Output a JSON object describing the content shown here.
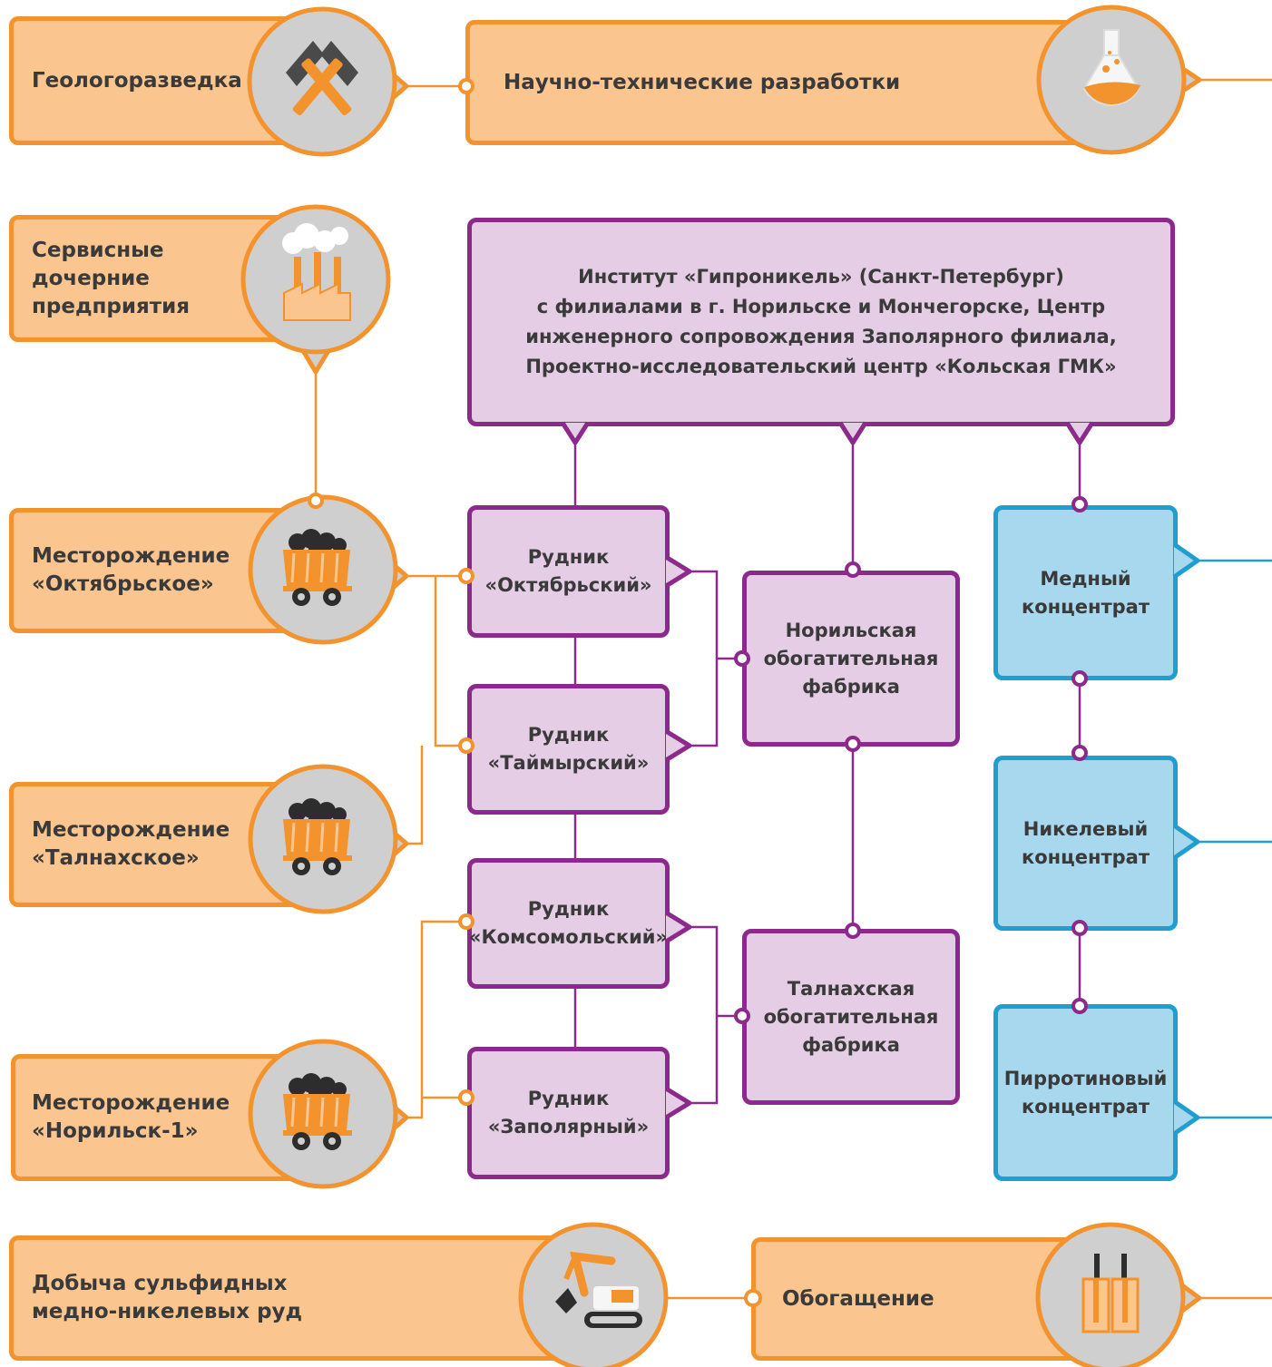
{
  "stages": {
    "exploration": "Геологоразведка",
    "rnd": "Научно-технические разработки",
    "service": "Сервисные\nдочерние\nпредприятия",
    "mining": "Добыча сульфидных\nмедно-никелевых руд",
    "beneficiation": "Обогащение"
  },
  "institute": "Институт «Гипроникель» (Санкт-Петербург)\nс филиалами в г. Норильске и Мончегорске, Центр\nинженерного сопровождения Заполярного филиала,\nПроектно-исследовательский центр «Кольская ГМК»",
  "deposits": [
    "Месторождение\n«Октябрьское»",
    "Месторождение\n«Талнахское»",
    "Месторождение\n«Норильск-1»"
  ],
  "mines": [
    "Рудник\n«Октябрьский»",
    "Рудник\n«Таймырский»",
    "Рудник\n«Комсомольский»",
    "Рудник\n«Заполярный»"
  ],
  "plants": [
    "Норильская\nобогатительная\nфабрика",
    "Талнахская\nобогатительная\nфабрика"
  ],
  "concentrates": [
    "Медный\nконцентрат",
    "Никелевый\nконцентрат",
    "Пирротиновый\nконцентрат"
  ],
  "icons": [
    "hammers-icon",
    "flask-icon",
    "factory-icon",
    "ore-cart-icon",
    "excavator-icon",
    "flotation-cell-icon"
  ],
  "colors": {
    "orange": "#f3932e",
    "orange_fill": "#fbc58f",
    "purple": "#8b2a8b",
    "purple_fill": "#e5cde5",
    "blue": "#1f9fd0",
    "blue_fill": "#a8d8ee",
    "icon_circle": "#cfcfcf"
  }
}
